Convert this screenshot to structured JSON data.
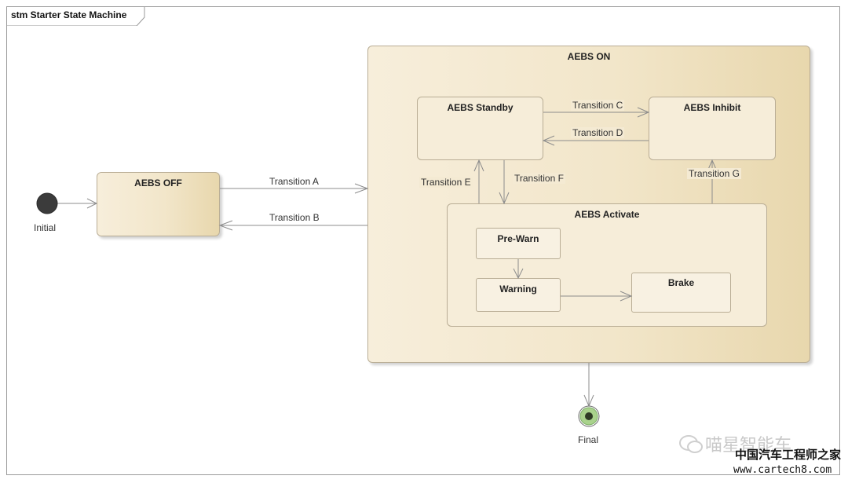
{
  "frame": {
    "title": "stm Starter State Machine"
  },
  "pseudostates": {
    "initial": {
      "label": "Initial"
    },
    "final": {
      "label": "Final"
    }
  },
  "states": {
    "aebs_off": "AEBS OFF",
    "aebs_on": "AEBS ON",
    "aebs_standby": "AEBS Standby",
    "aebs_inhibit": "AEBS Inhibit",
    "aebs_activate": "AEBS Activate",
    "pre_warn": "Pre-Warn",
    "warning": "Warning",
    "brake": "Brake"
  },
  "transitions": {
    "a": "Transition A",
    "b": "Transition B",
    "c": "Transition C",
    "d": "Transition D",
    "e": "Transition E",
    "f": "Transition F",
    "g": "Transition G"
  },
  "colors": {
    "state_fill_light": "#f7eedb",
    "state_fill_dark": "#e8d7ad",
    "state_border": "#b9ad95",
    "line": "#8c8c8c",
    "initial_node": "#3b3b3b",
    "final_ring": "#7fb069"
  },
  "watermark": {
    "channel": "喵星智能车",
    "site_name": "中国汽车工程师之家",
    "url": "www.cartech8.com"
  }
}
